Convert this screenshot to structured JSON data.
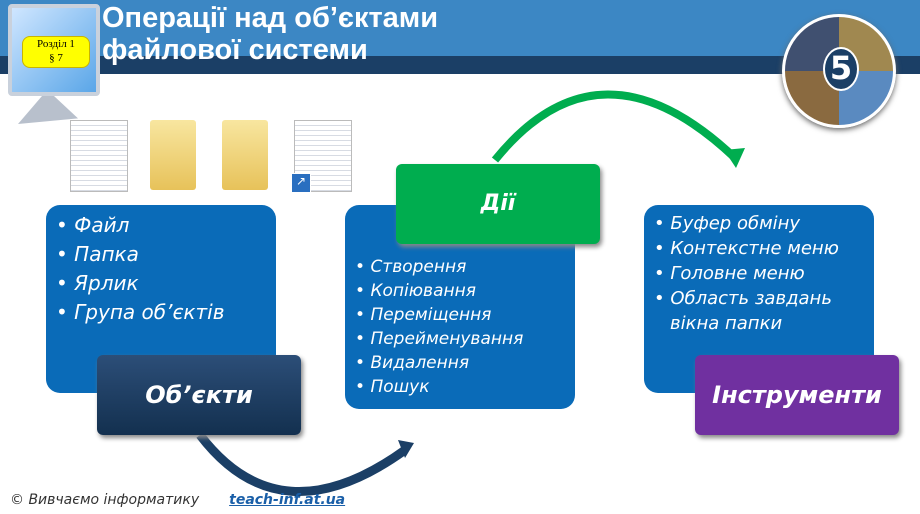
{
  "header": {
    "title_line1": "Операції над об’єктами",
    "title_line2": "файлової системи",
    "badge_line1": "Розділ 1",
    "badge_line2": "§ 7",
    "grade": "5"
  },
  "objects": {
    "items": [
      "Файл",
      "Папка",
      "Ярлик",
      "Група об’єктів"
    ],
    "label": "Об’єкти",
    "color": "#13304f"
  },
  "actions": {
    "items": [
      "Створення",
      "Копіювання",
      "Переміщення",
      "Перейменування",
      "Видалення",
      "Пошук"
    ],
    "label": "Дії",
    "color": "#00ad4f"
  },
  "tools": {
    "items": [
      "Буфер обміну",
      "Контекстне меню",
      "Головне меню",
      "Область завдань вікна папки"
    ],
    "label": "Інструменти",
    "color": "#7030a0"
  },
  "icons": [
    "document-icon",
    "folder-icon",
    "folder-open-icon",
    "shortcut-icon"
  ],
  "footer": {
    "copyright": "© Вивчаємо інформатику",
    "link": "teach-inf.at.ua"
  }
}
